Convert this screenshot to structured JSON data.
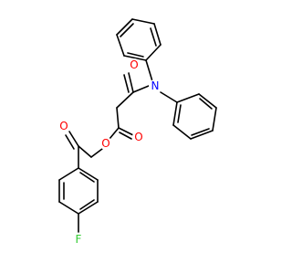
{
  "molecule": {
    "atoms": [
      {
        "id": "O_amide",
        "symbol": "O",
        "color": "#ff0000"
      },
      {
        "id": "N",
        "symbol": "N",
        "color": "#0000ff"
      },
      {
        "id": "O_ester",
        "symbol": "O",
        "color": "#ff0000"
      },
      {
        "id": "O_carbonyl",
        "symbol": "O",
        "color": "#ff0000"
      },
      {
        "id": "O_ketone",
        "symbol": "O",
        "color": "#ff0000"
      },
      {
        "id": "F",
        "symbol": "F",
        "color": "#33cc33"
      }
    ],
    "bond_color": "#000000"
  }
}
